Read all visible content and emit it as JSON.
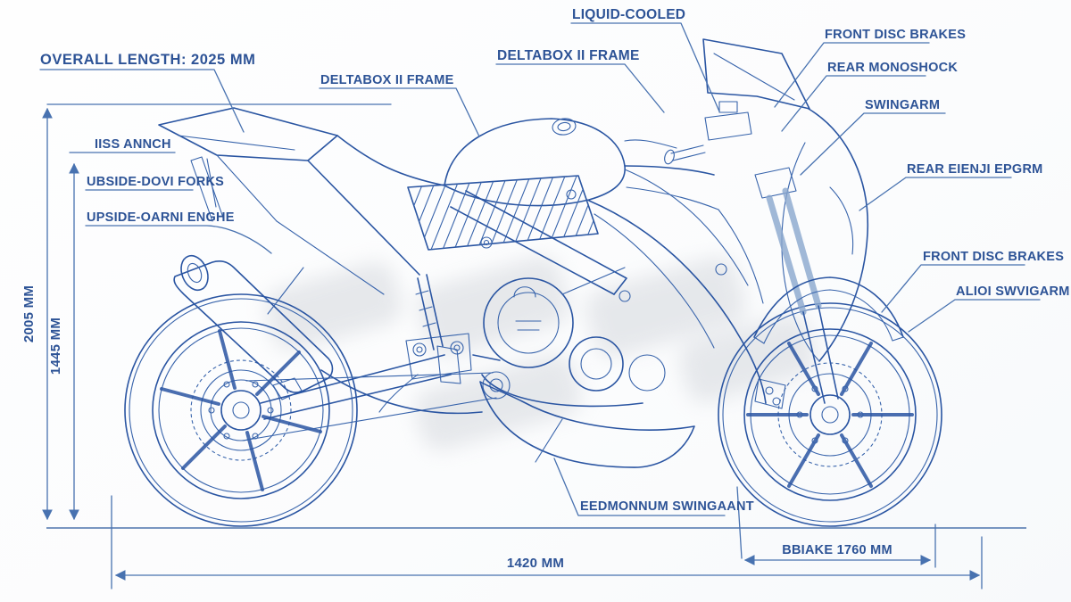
{
  "colors": {
    "background": "#fdfdfd",
    "line": "#2a55a2",
    "line_light": "#8aa6cd",
    "label_text": "#2d5396",
    "dimension_line": "#4872b0",
    "watermark": "#d8dbe0"
  },
  "callouts": {
    "overall_length": "OVERALL LENGTH: 2025 MM",
    "liquid_cooled": "LIQUID-COOLED",
    "deltabox_frame_right": "DELTABOX II FRAME",
    "front_disc_brakes_top": "FRONT DISC BRAKES",
    "rear_monoshock": "REAR MONOSHOCK",
    "swingarm": "SWINGARM",
    "deltabox_frame_left": "DELTABOX II FRAME",
    "iiss_annch": "IISS ANNCH",
    "upside_down_forks": "UBSIDE-DOVI FORKS",
    "upside_oarni_enghe": "UPSIDE-OARNI ENGHE",
    "rear_eienji_epgrm": "REAR EIENJI EPGRM",
    "front_disc_brakes_right": "FRONT DISC BRAKES",
    "alio_swvigarm": "ALIOI SWVIGARM",
    "eedmonnum_swingaant": "EEDMONNUM SWINGAANT"
  },
  "dimensions": {
    "vertical_outer": "2005 MM",
    "vertical_inner": "1445 MM",
    "bottom_center": "1420 MM",
    "bottom_right": "BBIAKE 1760 MM"
  }
}
